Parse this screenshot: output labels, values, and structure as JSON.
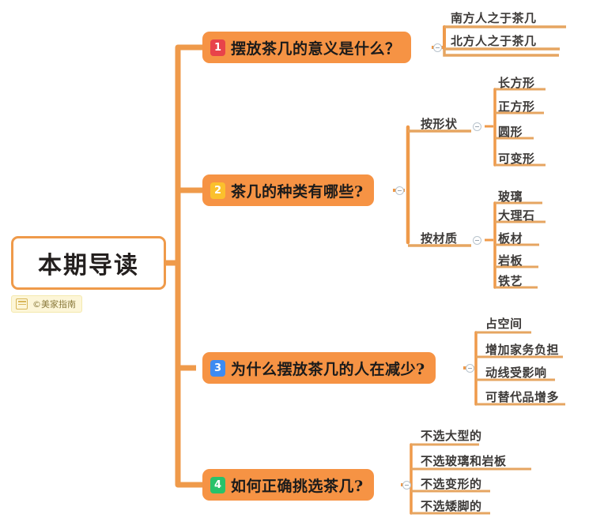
{
  "document": {
    "type": "mind-map",
    "title": "本期导读"
  },
  "colors": {
    "branch_bg": "#f69344",
    "connector": "#ef9a4a",
    "root_border": "#ef9a4a",
    "badge_1": "#e8434a",
    "badge_2": "#fbc02d",
    "badge_3": "#3d8bf2",
    "badge_4": "#28c26a",
    "watermark_bg": "#fdf6d8",
    "text_dark": "#3d3a38"
  },
  "root": {
    "label": "本期导读"
  },
  "watermark": {
    "icon": "list-icon",
    "text": "©美家指南"
  },
  "branches": [
    {
      "badge": "1",
      "badge_color": "#e8434a",
      "label": "摆放茶几的意义是什么？",
      "children": [
        {
          "label": "南方人之于茶几"
        },
        {
          "label": "北方人之于茶几"
        }
      ]
    },
    {
      "badge": "2",
      "badge_color": "#fbc02d",
      "label": "茶几的种类有哪些?",
      "children": [
        {
          "label": "按形状",
          "children": [
            {
              "label": "长方形"
            },
            {
              "label": "正方形"
            },
            {
              "label": "圆形"
            },
            {
              "label": "可变形"
            }
          ]
        },
        {
          "label": "按材质",
          "children": [
            {
              "label": "玻璃"
            },
            {
              "label": "大理石"
            },
            {
              "label": "板材"
            },
            {
              "label": "岩板"
            },
            {
              "label": "铁艺"
            }
          ]
        }
      ]
    },
    {
      "badge": "3",
      "badge_color": "#3d8bf2",
      "label": "为什么摆放茶几的人在减少?",
      "children": [
        {
          "label": "占空间"
        },
        {
          "label": "增加家务负担"
        },
        {
          "label": "动线受影响"
        },
        {
          "label": "可替代品增多"
        }
      ]
    },
    {
      "badge": "4",
      "badge_color": "#28c26a",
      "label": "如何正确挑选茶几?",
      "children": [
        {
          "label": "不选大型的"
        },
        {
          "label": "不选玻璃和岩板"
        },
        {
          "label": "不选变形的"
        },
        {
          "label": "不选矮脚的"
        }
      ]
    }
  ],
  "toggles": {
    "icon": "collapse-minus-icon",
    "count": 7
  }
}
